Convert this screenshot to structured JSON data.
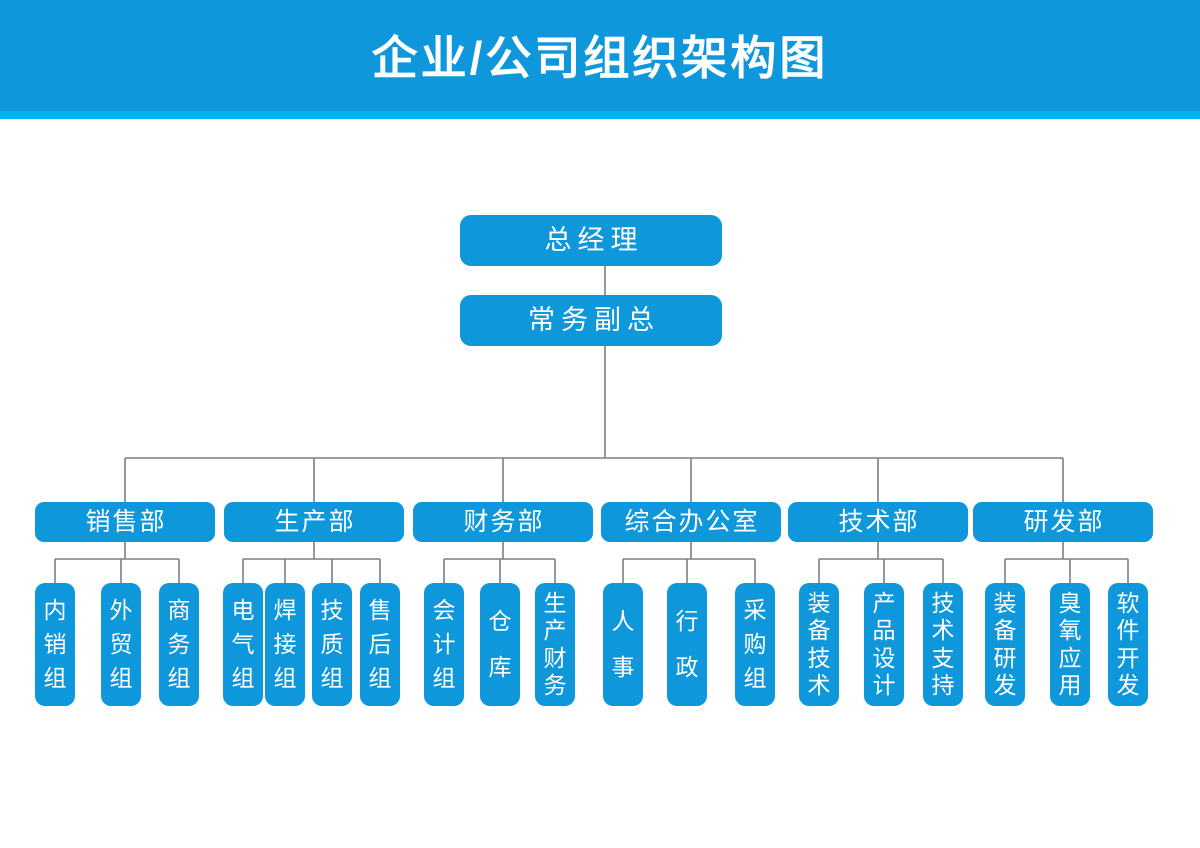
{
  "title": "企业/公司组织架构图",
  "colors": {
    "primary": "#0e97db",
    "accent_strip": "#00b0f0",
    "connector": "#7f7f7f",
    "text": "#ffffff",
    "background": "#ffffff"
  },
  "org": {
    "general_manager": "总经理",
    "deputy_general_manager": "常务副总",
    "departments": [
      {
        "label": "销售部",
        "teams": [
          "内销组",
          "外贸组",
          "商务组"
        ]
      },
      {
        "label": "生产部",
        "teams": [
          "电气组",
          "焊接组",
          "技质组",
          "售后组"
        ]
      },
      {
        "label": "财务部",
        "teams": [
          "会计组",
          "仓库",
          "生产财务"
        ]
      },
      {
        "label": "综合办公室",
        "teams": [
          "人事",
          "行政",
          "采购组"
        ]
      },
      {
        "label": "技术部",
        "teams": [
          "装备技术",
          "产品设计",
          "技术支持"
        ]
      },
      {
        "label": "研发部",
        "teams": [
          "装备研发",
          "臭氧应用",
          "软件开发"
        ]
      }
    ]
  }
}
